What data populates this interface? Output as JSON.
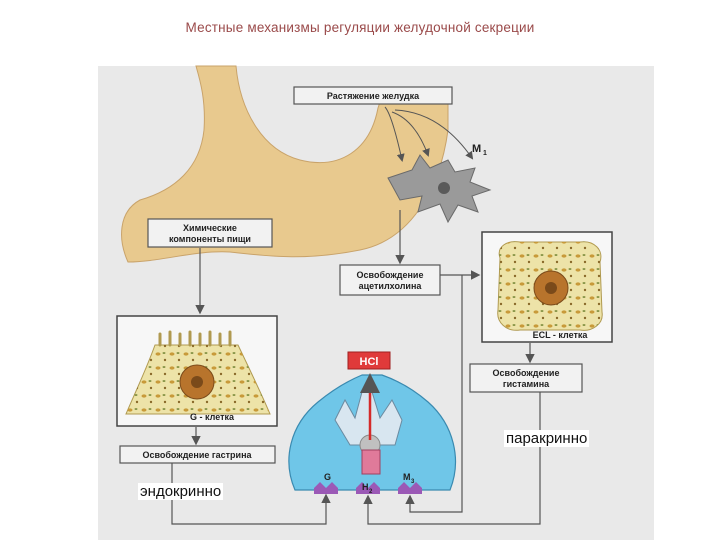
{
  "title": "Местные механизмы регуляции желудочной секреции",
  "boxes": {
    "stretch": "Растяжение желудка",
    "chem_line1": "Химические",
    "chem_line2": "компоненты пищи",
    "ach_line1": "Освобождение",
    "ach_line2": "ацетилхолина",
    "gastrin": "Освобождение гастрина",
    "hist_line1": "Освобождение",
    "hist_line2": "гистамина"
  },
  "cells": {
    "g_cell": "G - клетка",
    "ecl_cell": "ECL - клетка",
    "neuron": "M",
    "neuron_sub": "1"
  },
  "parietal": {
    "hcl": "HCl",
    "receptor_g": "G",
    "receptor_h": "H",
    "receptor_h_sub": "2",
    "receptor_m": "M",
    "receptor_m_sub": "3"
  },
  "annotations": {
    "paracrine": "паракринно",
    "endocrine": "эндокринно"
  },
  "colors": {
    "stomach": "#e8c98e",
    "cell_fill": "#ede3a8",
    "nucleus": "#b8742c",
    "parietal": "#6fc6e8",
    "hcl_box": "#e03a3a",
    "receptor": "#9b59b6"
  }
}
